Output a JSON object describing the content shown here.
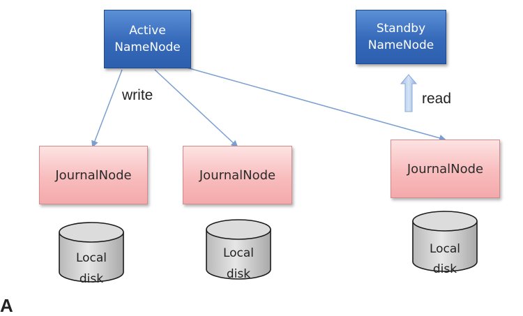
{
  "active_namenode": {
    "line1": "Active",
    "line2": "NameNode"
  },
  "standby_namenode": {
    "line1": "Standby",
    "line2": "NameNode"
  },
  "write_label": "write",
  "read_label": "read",
  "journal_nodes": [
    "JournalNode",
    "JournalNode",
    "JournalNode"
  ],
  "disks": [
    {
      "line1": "Local",
      "line2": "disk"
    },
    {
      "line1": "Local",
      "line2": "disk"
    },
    {
      "line1": "Local",
      "line2": "disk"
    }
  ],
  "stray_glyph": "A",
  "colors": {
    "namenode_fill": "#3569b9",
    "journal_fill": "#f8bcbd",
    "arrow": "#7a9fd0",
    "disk_fill": "#d9d9d9"
  }
}
